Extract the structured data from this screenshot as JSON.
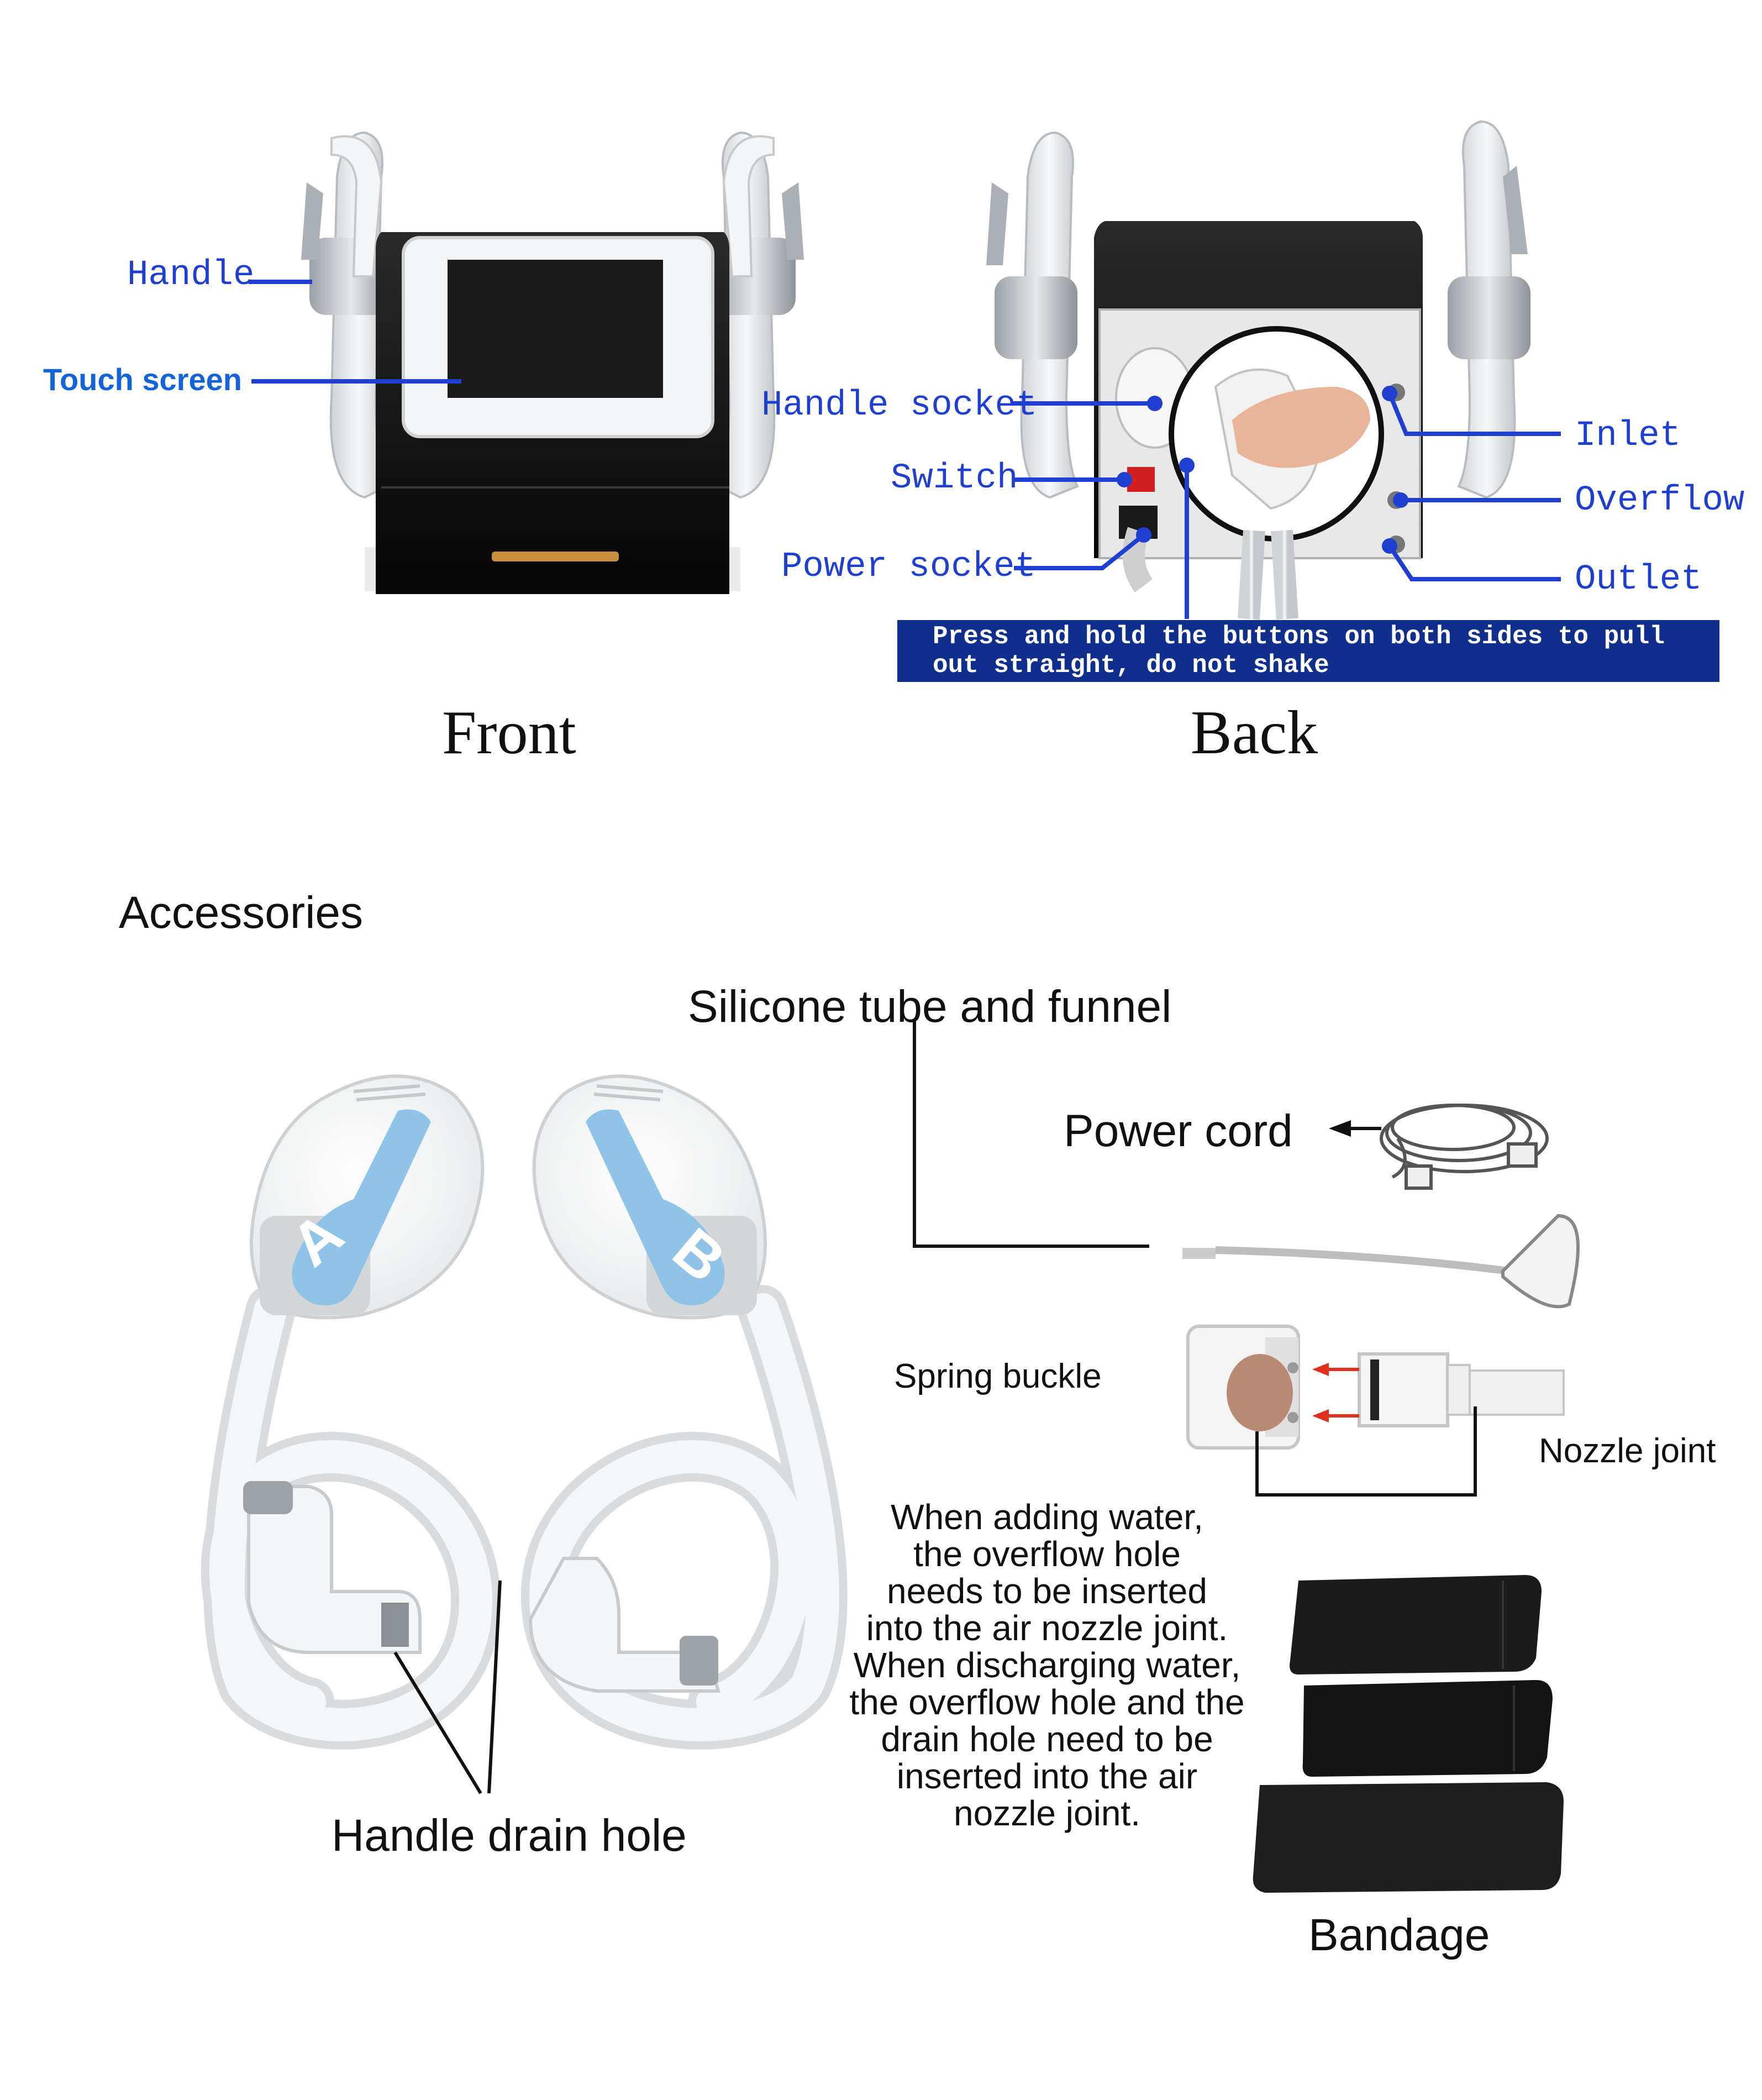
{
  "front_view": {
    "caption": "Front",
    "labels": {
      "handle": "Handle",
      "touch_screen": "Touch screen"
    }
  },
  "back_view": {
    "caption": "Back",
    "labels": {
      "handle_socket": "Handle socket",
      "switch": "Switch",
      "power_socket": "Power socket",
      "inlet": "Inlet",
      "overflow": "Overflow",
      "outlet": "Outlet"
    },
    "banner_line1": "Press and hold the buttons on both sides to pull",
    "banner_line2": "out straight, do not shake"
  },
  "accessories": {
    "heading": "Accessories",
    "silicone_tube": "Silicone tube and funnel",
    "power_cord": "Power cord",
    "spring_buckle": "Spring buckle",
    "nozzle_joint": "Nozzle joint",
    "handle_drain_hole": "Handle drain hole",
    "bandage": "Bandage",
    "handle_a_letter": "A",
    "handle_b_letter": "B",
    "water_note": [
      "When adding water,",
      "the overflow hole",
      "needs to be inserted",
      "into the air nozzle joint.",
      "When discharging water,",
      "the overflow hole and the",
      "drain hole need to be",
      "inserted into the air",
      "nozzle joint."
    ]
  },
  "colors": {
    "label_blue": "#1f3fd1",
    "banner_navy": "#102f8c",
    "handle_accent": "#8fc3e8",
    "arrow_red": "#e0301e"
  }
}
